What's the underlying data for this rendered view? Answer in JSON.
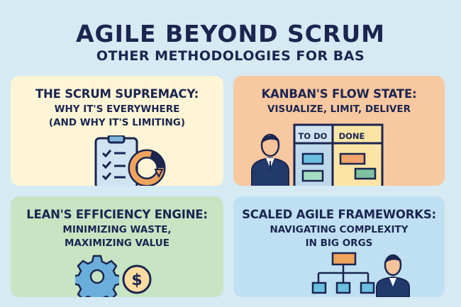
{
  "header": {
    "title": "AGILE BEYOND SCRUM",
    "subtitle": "OTHER METHODOLOGIES FOR BAS"
  },
  "cards": [
    {
      "heading": "THE SCRUM SUPREMACY:",
      "lines": [
        "WHY IT'S EVERYWHERE",
        "(AND WHY IT'S LIMITING)"
      ],
      "icon": "clipboard-cycle-icon"
    },
    {
      "heading": "KANBAN'S FLOW STATE:",
      "lines": [
        "VISUALIZE, LIMIT, DELIVER"
      ],
      "icon": "kanban-board-icon",
      "board": {
        "columns": [
          "TO DO",
          "DONE"
        ]
      }
    },
    {
      "heading": "LEAN'S EFFICIENCY ENGINE:",
      "lines": [
        "MINIMIZING WASTE,",
        "MAXIMIZING VALUE"
      ],
      "icon": "gear-dollar-icon"
    },
    {
      "heading": "SCALED AGILE FRAMEWORKS:",
      "lines": [
        "NAVIGATING COMPLEXITY",
        "IN BIG ORGS"
      ],
      "icon": "org-chart-icon"
    }
  ],
  "colors": {
    "navy": "#1b2550",
    "yellow": "#fdf5d6",
    "orange": "#f8c8a0",
    "green": "#c7e4c3",
    "blue": "#bfe0f2",
    "background": "#d5eaf3"
  }
}
